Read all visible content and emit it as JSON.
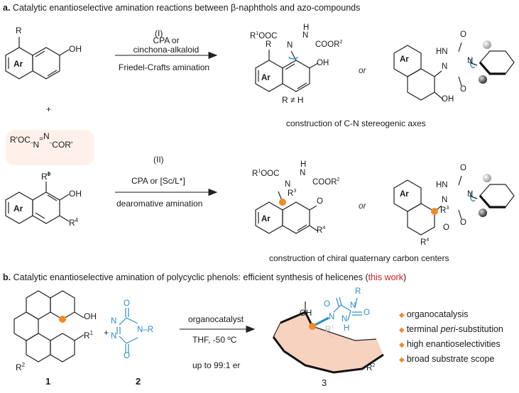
{
  "panel_a": {
    "label": "a.",
    "title": "Catalytic enantioselective amination reactions between β-naphthols and azo-compounds",
    "route_1": {
      "roman": "(I)",
      "catalyst_line1": "CPA or",
      "catalyst_line2": "cinchona-alkaloid",
      "reaction_type": "Friedel-Crafts amination",
      "product_condition": "R ≠ H",
      "or_label": "or",
      "caption": "construction of C-N stereogenic axes"
    },
    "route_2": {
      "roman": "(II)",
      "catalyst": "CPA or [Sc/L*]",
      "reaction_type": "dearomative amination",
      "or_label": "or",
      "caption": "construction of chiral quaternary carbon centers"
    },
    "reagents": {
      "plus_top": "+",
      "plus_bottom": "+",
      "azo_left": "R'OC",
      "azo_right": "COR'",
      "atom_n": "N"
    },
    "substrate_1": {
      "r": "R",
      "oh": "OH",
      "ar": "Ar"
    },
    "substrate_2": {
      "r3": "R",
      "r3_sup": "3",
      "r4": "R",
      "r4_sup": "4",
      "oh": "OH",
      "ar": "Ar"
    },
    "product_1a": {
      "ester_left": "R",
      "ester_left_sup": "1",
      "ester_left_rest": "OOC",
      "ester_right": "COOR",
      "ester_right_sup": "2",
      "n": "N",
      "h": "H",
      "r": "R",
      "oh": "OH",
      "ar": "Ar"
    },
    "product_1b": {
      "hn": "HN",
      "n": "N",
      "o": "O",
      "oh": "OH",
      "ar": "Ar"
    },
    "product_2a": {
      "ester_left": "R",
      "ester_left_sup": "1",
      "ester_left_rest": "OOC",
      "ester_right": "COOR",
      "ester_right_sup": "2",
      "n": "N",
      "h": "H",
      "r3": "R",
      "r3_sup": "3",
      "r4": "R",
      "r4_sup": "4",
      "o": "O",
      "ar": "Ar"
    },
    "product_2b": {
      "hn": "HN",
      "n": "N",
      "o": "O",
      "r3": "R",
      "r3_sup": "3",
      "r4": "R",
      "r4_sup": "4",
      "ar": "Ar"
    }
  },
  "panel_b": {
    "label": "b.",
    "title_main": "Catalytic enantioselective amination of polycyclic phenols: efficient synthesis of helicenes (",
    "title_highlight": "this work",
    "title_end": ")",
    "compound_1": {
      "number": "1",
      "oh": "OH",
      "r1": "R",
      "r1_sup": "1",
      "r2": "R",
      "r2_sup": "2"
    },
    "plus": "+",
    "compound_2": {
      "number": "2",
      "n": "N",
      "o": "O",
      "nr": "N–R"
    },
    "conditions": {
      "catalyst": "organocatalyst",
      "solvent_temp": "THF, -50 ºC",
      "selectivity": "up to 99:1 er"
    },
    "compound_3": {
      "number": "3",
      "oh": "OH",
      "r": "R",
      "n": "N",
      "h": "H",
      "o": "O",
      "r1": "R",
      "r1_sup": "1",
      "r2": "R",
      "r2_sup": "2"
    },
    "highlights": [
      {
        "text": "organocatalysis"
      },
      {
        "prefix": "terminal ",
        "italic": "peri",
        "suffix": "-substitution"
      },
      {
        "text": "high enantioselectivities"
      },
      {
        "text": "broad substrate scope"
      }
    ]
  },
  "colors": {
    "accent_orange": "#f08a24",
    "accent_blue": "#2a8fc4",
    "highlight_red": "#d41f1f",
    "reagent_bg": "#fdf1ea",
    "helicene_fill": "#f6d2bf"
  }
}
